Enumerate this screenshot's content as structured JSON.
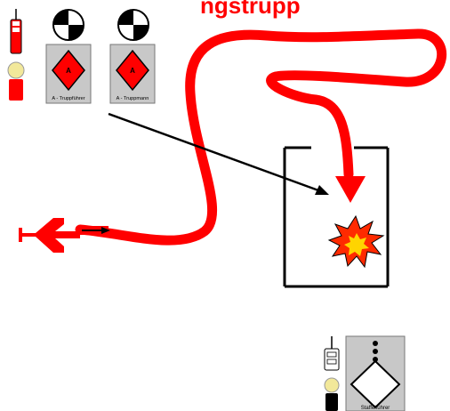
{
  "title": "ngstrupp",
  "cards": {
    "trupp_fuehrer": {
      "label": "A - Truppführer",
      "symbol": "A"
    },
    "trupp_mann": {
      "label": "A - Truppmann",
      "symbol": "A"
    },
    "staffel_fuehrer": {
      "label": "Staffelführer"
    }
  },
  "colors": {
    "hose": "#ff0000",
    "title": "#ff0000",
    "card_fill": "#c8c8c8",
    "diamond_red": "#ff0000",
    "room_wall": "#000000",
    "fire_outer": "#ff2a00",
    "fire_inner": "#ffd400"
  },
  "icons": [
    "radio-icon",
    "person-icon",
    "assignment-disc-icon",
    "hose-coupling-icon",
    "fire-icon",
    "flow-arrow-icon",
    "room-icon",
    "hazard-diamond-icon"
  ]
}
